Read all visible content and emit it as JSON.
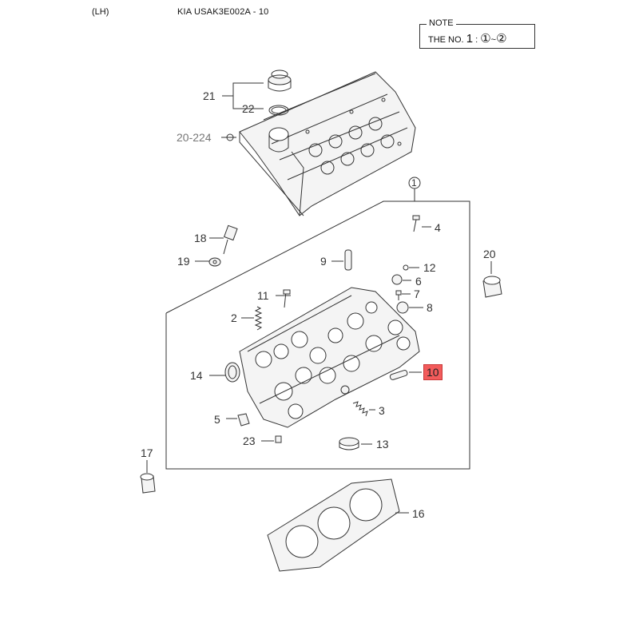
{
  "header": {
    "side_label": "(LH)",
    "diagram_code": "KIA USAK3E002A - 10"
  },
  "note": {
    "title": "NOTE",
    "prefix": "THE NO.",
    "number": "1",
    "range_start": "①",
    "range_sep": "~",
    "range_end": "②"
  },
  "callouts": {
    "c1": "1",
    "c2": "2",
    "c3": "3",
    "c4": "4",
    "c5": "5",
    "c6": "6",
    "c7": "7",
    "c8": "8",
    "c9": "9",
    "c10": "10",
    "c11": "11",
    "c12": "12",
    "c13": "13",
    "c14": "14",
    "c16": "16",
    "c17": "17",
    "c18": "18",
    "c19": "19",
    "c20": "20",
    "c21": "21",
    "c22": "22",
    "c23": "23",
    "ref": "20-224"
  },
  "colors": {
    "highlight": "#f25b5b",
    "line": "#333333",
    "part_fill": "#f4f4f4"
  }
}
